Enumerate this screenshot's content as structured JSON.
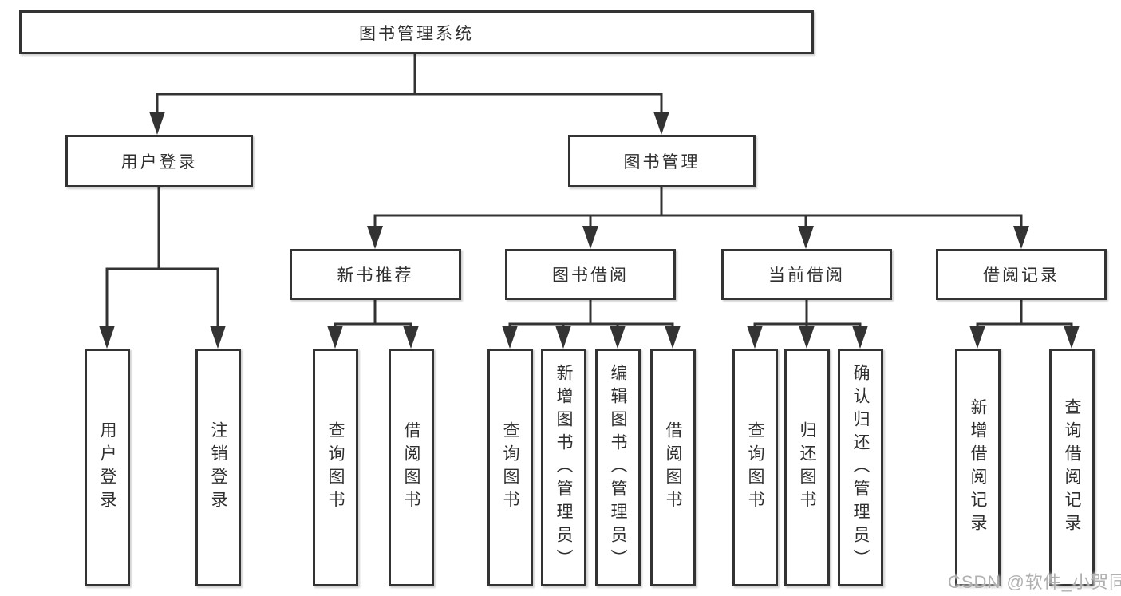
{
  "watermark": {
    "text": "CSDN @软件_小贺同学"
  },
  "colors": {
    "line": "#333333",
    "box_border": "#333333",
    "box_fill": "#ffffff",
    "text": "#2f2f2f",
    "watermark": "#b0b0b0",
    "background": "#ffffff"
  },
  "tree": {
    "root": {
      "label": "图书管理系统"
    },
    "branches": [
      {
        "label": "用户登录",
        "children": [
          {
            "label": "用户登录"
          },
          {
            "label": "注销登录"
          }
        ]
      },
      {
        "label": "图书管理",
        "children": [
          {
            "label": "新书推荐",
            "children": [
              {
                "label": "查询图书"
              },
              {
                "label": "借阅图书"
              }
            ]
          },
          {
            "label": "图书借阅",
            "children": [
              {
                "label": "查询图书"
              },
              {
                "label": "新增图书（管理员）"
              },
              {
                "label": "编辑图书（管理员）"
              },
              {
                "label": "借阅图书"
              }
            ]
          },
          {
            "label": "当前借阅",
            "children": [
              {
                "label": "查询图书"
              },
              {
                "label": "归还图书"
              },
              {
                "label": "确认归还（管理员）"
              }
            ]
          },
          {
            "label": "借阅记录",
            "children": [
              {
                "label": "新增借阅记录"
              },
              {
                "label": "查询借阅记录"
              }
            ]
          }
        ]
      }
    ]
  }
}
